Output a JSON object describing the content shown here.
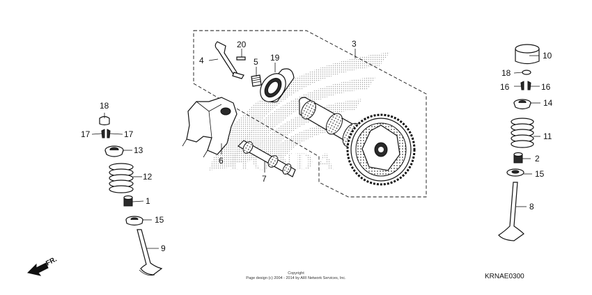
{
  "diagram": {
    "callouts": {
      "c1": "1",
      "c2": "2",
      "c3": "3",
      "c4": "4",
      "c5": "5",
      "c6": "6",
      "c7": "7",
      "c8": "8",
      "c9": "9",
      "c10": "10",
      "c11": "11",
      "c12": "12",
      "c13": "13",
      "c14": "14",
      "c15a": "15",
      "c15b": "15",
      "c16a": "16",
      "c16b": "16",
      "c17a": "17",
      "c17b": "17",
      "c18a": "18",
      "c18b": "18",
      "c19": "19",
      "c20": "20"
    },
    "direction_label": "FR.",
    "watermark_text": "HONDA",
    "copyright_line1": "Copyright",
    "copyright_line2": "Page design (c) 2004 - 2014 by ARI Network Services, Inc.",
    "diagram_code": "KRNAE0300"
  }
}
